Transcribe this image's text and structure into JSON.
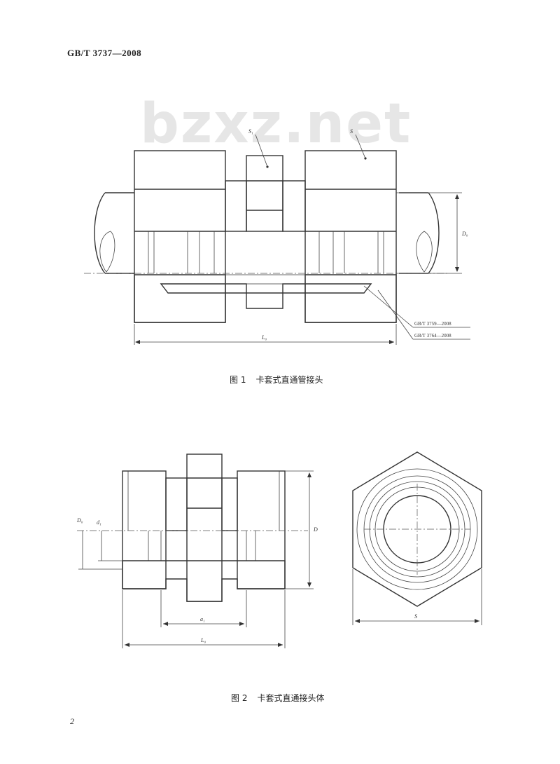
{
  "header": {
    "standard": "GB/T 3737—2008"
  },
  "watermark": "bzxz.net",
  "figure1": {
    "caption_number": "图 1",
    "caption_text": "卡套式直通管接头",
    "labels": {
      "s1": "S₁",
      "s": "S",
      "d0": "D₀",
      "l0": "L₀",
      "ref1": "GB/T 3759—2008",
      "ref2": "GB/T 3764—2008"
    }
  },
  "figure2": {
    "caption_number": "图 2",
    "caption_text": "卡套式直通接头体",
    "labels": {
      "d0": "D₀",
      "d1": "d₁",
      "d": "D",
      "a1": "a₁",
      "l0": "L₀",
      "s": "S"
    }
  },
  "page_number": "2"
}
